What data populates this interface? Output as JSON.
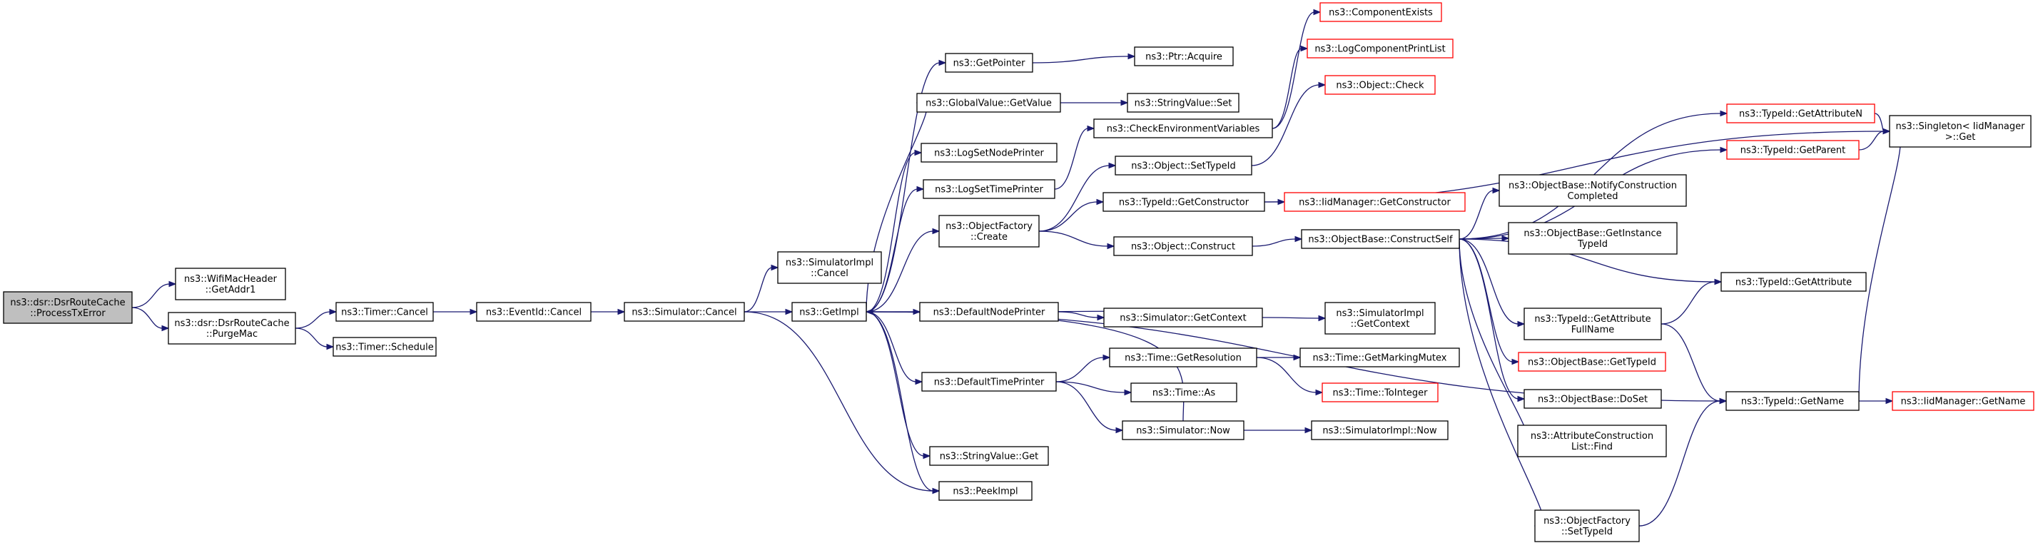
{
  "colors": {
    "edge": "#191970",
    "border": "#000000",
    "unresolved_border": "#ff0000",
    "root_fill": "#bfbfbf",
    "node_fill": "#ffffff"
  },
  "nodes": [
    {
      "id": "root",
      "lines": [
        "ns3::dsr::DsrRouteCache",
        "::ProcessTxError"
      ],
      "style": "root"
    },
    {
      "id": "wifiaddr",
      "lines": [
        "ns3::WifiMacHeader",
        "::GetAddr1"
      ]
    },
    {
      "id": "purgemac",
      "lines": [
        "ns3::dsr::DsrRouteCache",
        "::PurgeMac"
      ]
    },
    {
      "id": "timercancel",
      "lines": [
        "ns3::Timer::Cancel"
      ]
    },
    {
      "id": "timerschedule",
      "lines": [
        "ns3::Timer::Schedule"
      ]
    },
    {
      "id": "eventcancel",
      "lines": [
        "ns3::EventId::Cancel"
      ]
    },
    {
      "id": "simcancel",
      "lines": [
        "ns3::Simulator::Cancel"
      ]
    },
    {
      "id": "simimplcancel",
      "lines": [
        "ns3::SimulatorImpl",
        "::Cancel"
      ]
    },
    {
      "id": "getimpl",
      "lines": [
        "ns3::GetImpl"
      ]
    },
    {
      "id": "peekimpl",
      "lines": [
        "ns3::PeekImpl"
      ]
    },
    {
      "id": "getpointer",
      "lines": [
        "ns3::GetPointer"
      ]
    },
    {
      "id": "gvgetvalue",
      "lines": [
        "ns3::GlobalValue::GetValue"
      ]
    },
    {
      "id": "logsetnode",
      "lines": [
        "ns3::LogSetNodePrinter"
      ]
    },
    {
      "id": "logsettime",
      "lines": [
        "ns3::LogSetTimePrinter"
      ]
    },
    {
      "id": "objfactcreate",
      "lines": [
        "ns3::ObjectFactory",
        "::Create"
      ]
    },
    {
      "id": "defnodeprinter",
      "lines": [
        "ns3::DefaultNodePrinter"
      ]
    },
    {
      "id": "deftimeprinter",
      "lines": [
        "ns3::DefaultTimePrinter"
      ]
    },
    {
      "id": "stringget",
      "lines": [
        "ns3::StringValue::Get"
      ]
    },
    {
      "id": "ptracquire",
      "lines": [
        "ns3::Ptr::Acquire"
      ]
    },
    {
      "id": "stringset",
      "lines": [
        "ns3::StringValue::Set"
      ]
    },
    {
      "id": "checkenv",
      "lines": [
        "ns3::CheckEnvironmentVariables"
      ]
    },
    {
      "id": "objsettypeid",
      "lines": [
        "ns3::Object::SetTypeId"
      ]
    },
    {
      "id": "typeidgetctor",
      "lines": [
        "ns3::TypeId::GetConstructor"
      ]
    },
    {
      "id": "objconstruct",
      "lines": [
        "ns3::Object::Construct"
      ]
    },
    {
      "id": "simgetcontext",
      "lines": [
        "ns3::Simulator::GetContext"
      ]
    },
    {
      "id": "timegetres",
      "lines": [
        "ns3::Time::GetResolution"
      ]
    },
    {
      "id": "timeas",
      "lines": [
        "ns3::Time::As"
      ]
    },
    {
      "id": "simnow",
      "lines": [
        "ns3::Simulator::Now"
      ]
    },
    {
      "id": "compexists",
      "lines": [
        "ns3::ComponentExists"
      ],
      "style": "red"
    },
    {
      "id": "logcompprint",
      "lines": [
        "ns3::LogComponentPrintList"
      ],
      "style": "red"
    },
    {
      "id": "objcheck",
      "lines": [
        "ns3::Object::Check"
      ],
      "style": "red"
    },
    {
      "id": "iidgetctor",
      "lines": [
        "ns3::IidManager::GetConstructor"
      ],
      "style": "red"
    },
    {
      "id": "objbaseconstructself",
      "lines": [
        "ns3::ObjectBase::ConstructSelf"
      ]
    },
    {
      "id": "simimplgetctx",
      "lines": [
        "ns3::SimulatorImpl",
        "::GetContext"
      ]
    },
    {
      "id": "timegetmutex",
      "lines": [
        "ns3::Time::GetMarkingMutex"
      ]
    },
    {
      "id": "timetoint",
      "lines": [
        "ns3::Time::ToInteger"
      ],
      "style": "red"
    },
    {
      "id": "simimplnow",
      "lines": [
        "ns3::SimulatorImpl::Now"
      ]
    },
    {
      "id": "typeidgetattrn",
      "lines": [
        "ns3::TypeId::GetAttributeN"
      ],
      "style": "red"
    },
    {
      "id": "typeidgetparent",
      "lines": [
        "ns3::TypeId::GetParent"
      ],
      "style": "red"
    },
    {
      "id": "objbasenotify",
      "lines": [
        "ns3::ObjectBase::NotifyConstruction",
        "Completed"
      ]
    },
    {
      "id": "objbasegetinst",
      "lines": [
        "ns3::ObjectBase::GetInstance",
        "TypeId"
      ]
    },
    {
      "id": "typeidgetattr",
      "lines": [
        "ns3::TypeId::GetAttribute"
      ]
    },
    {
      "id": "typeidgetattrfull",
      "lines": [
        "ns3::TypeId::GetAttribute",
        "FullName"
      ]
    },
    {
      "id": "objbasegettypeid",
      "lines": [
        "ns3::ObjectBase::GetTypeId"
      ],
      "style": "red"
    },
    {
      "id": "objbasedoset",
      "lines": [
        "ns3::ObjectBase::DoSet"
      ]
    },
    {
      "id": "attrconstrfind",
      "lines": [
        "ns3::AttributeConstruction",
        "List::Find"
      ]
    },
    {
      "id": "objfactsettypeid",
      "lines": [
        "ns3::ObjectFactory",
        "::SetTypeId"
      ]
    },
    {
      "id": "singletonget",
      "lines": [
        "ns3::Singleton< IidManager",
        ">::Get"
      ]
    },
    {
      "id": "typeidgetname",
      "lines": [
        "ns3::TypeId::GetName"
      ]
    },
    {
      "id": "iidgetname",
      "lines": [
        "ns3::IidManager::GetName"
      ],
      "style": "red"
    }
  ],
  "edges": [
    [
      "root",
      "wifiaddr"
    ],
    [
      "root",
      "purgemac"
    ],
    [
      "purgemac",
      "timercancel"
    ],
    [
      "purgemac",
      "timerschedule"
    ],
    [
      "timercancel",
      "eventcancel"
    ],
    [
      "eventcancel",
      "simcancel"
    ],
    [
      "simcancel",
      "simimplcancel"
    ],
    [
      "simcancel",
      "getimpl"
    ],
    [
      "simcancel",
      "peekimpl"
    ],
    [
      "getimpl",
      "getpointer"
    ],
    [
      "getimpl",
      "gvgetvalue"
    ],
    [
      "getimpl",
      "logsetnode"
    ],
    [
      "getimpl",
      "logsettime"
    ],
    [
      "getimpl",
      "objfactcreate"
    ],
    [
      "getimpl",
      "defnodeprinter"
    ],
    [
      "getimpl",
      "deftimeprinter"
    ],
    [
      "getimpl",
      "stringget"
    ],
    [
      "getimpl",
      "peekimpl"
    ],
    [
      "getimpl",
      "typeidgetname"
    ],
    [
      "getpointer",
      "ptracquire"
    ],
    [
      "gvgetvalue",
      "stringset"
    ],
    [
      "logsettime",
      "checkenv"
    ],
    [
      "checkenv",
      "compexists"
    ],
    [
      "checkenv",
      "logcompprint"
    ],
    [
      "objfactcreate",
      "objsettypeid"
    ],
    [
      "objfactcreate",
      "typeidgetctor"
    ],
    [
      "objfactcreate",
      "objconstruct"
    ],
    [
      "objsettypeid",
      "objcheck"
    ],
    [
      "typeidgetctor",
      "iidgetctor"
    ],
    [
      "typeidgetctor",
      "singletonget"
    ],
    [
      "objconstruct",
      "objbaseconstructself"
    ],
    [
      "defnodeprinter",
      "simgetcontext"
    ],
    [
      "simgetcontext",
      "simimplgetctx"
    ],
    [
      "simgetcontext",
      "getimpl"
    ],
    [
      "deftimeprinter",
      "timegetres"
    ],
    [
      "deftimeprinter",
      "timeas"
    ],
    [
      "deftimeprinter",
      "simnow"
    ],
    [
      "timegetres",
      "timegetmutex"
    ],
    [
      "timegetres",
      "timetoint"
    ],
    [
      "simnow",
      "simimplnow"
    ],
    [
      "simnow",
      "getimpl"
    ],
    [
      "objbaseconstructself",
      "typeidgetattrn"
    ],
    [
      "objbaseconstructself",
      "typeidgetparent"
    ],
    [
      "objbaseconstructself",
      "objbasenotify"
    ],
    [
      "objbaseconstructself",
      "objbasegetinst"
    ],
    [
      "objbaseconstructself",
      "typeidgetattr"
    ],
    [
      "objbaseconstructself",
      "typeidgetattrfull"
    ],
    [
      "objbaseconstructself",
      "objbasegettypeid"
    ],
    [
      "objbaseconstructself",
      "objbasedoset"
    ],
    [
      "objbaseconstructself",
      "attrconstrfind"
    ],
    [
      "objbaseconstructself",
      "objfactsettypeid"
    ],
    [
      "typeidgetattrn",
      "singletonget"
    ],
    [
      "typeidgetparent",
      "singletonget"
    ],
    [
      "typeidgetattrfull",
      "typeidgetattr"
    ],
    [
      "typeidgetattrfull",
      "typeidgetname"
    ],
    [
      "objfactsettypeid",
      "typeidgetname"
    ],
    [
      "typeidgetname",
      "singletonget"
    ],
    [
      "typeidgetname",
      "iidgetname"
    ]
  ]
}
